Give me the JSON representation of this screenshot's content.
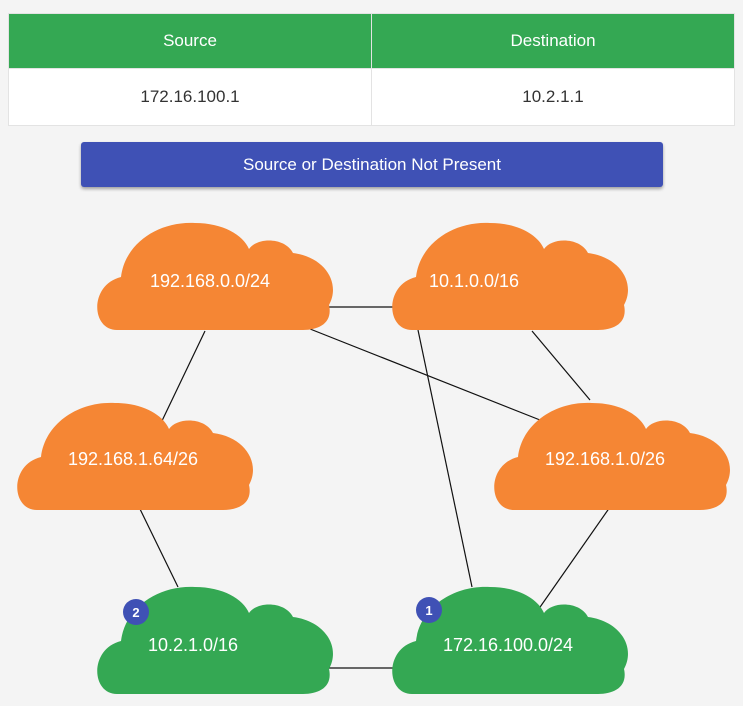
{
  "table": {
    "headers": [
      "Source",
      "Destination"
    ],
    "row": [
      "172.16.100.1",
      "10.2.1.1"
    ]
  },
  "status": {
    "message": "Source or Destination Not Present"
  },
  "colors": {
    "header_green": "#34a853",
    "network_orange": "#f58634",
    "network_green": "#34a853",
    "status_blue": "#3f51b5",
    "badge_blue": "#3f51b5"
  },
  "network": {
    "nodes": [
      {
        "id": "n1",
        "label": "192.168.0.0/24",
        "color": "orange"
      },
      {
        "id": "n2",
        "label": "10.1.0.0/16",
        "color": "orange"
      },
      {
        "id": "n3",
        "label": "192.168.1.64/26",
        "color": "orange"
      },
      {
        "id": "n4",
        "label": "192.168.1.0/26",
        "color": "orange"
      },
      {
        "id": "n5",
        "label": "10.2.1.0/16",
        "color": "green",
        "badge": "2"
      },
      {
        "id": "n6",
        "label": "172.16.100.0/24",
        "color": "green",
        "badge": "1"
      }
    ],
    "links": [
      [
        "n1",
        "n2"
      ],
      [
        "n1",
        "n3"
      ],
      [
        "n1",
        "n4"
      ],
      [
        "n2",
        "n4"
      ],
      [
        "n2",
        "n6"
      ],
      [
        "n3",
        "n5"
      ],
      [
        "n4",
        "n6"
      ],
      [
        "n5",
        "n6"
      ]
    ]
  }
}
